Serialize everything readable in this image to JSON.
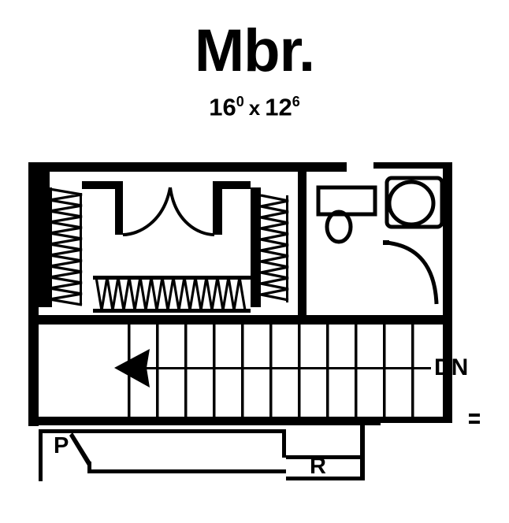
{
  "title": {
    "room_name": "Mbr.",
    "dimension_width_feet": "16",
    "dimension_width_inches": "0",
    "separator": "x",
    "dimension_depth_feet": "12",
    "dimension_depth_inches": "6"
  },
  "labels": {
    "stairs_direction": "DN",
    "pantry": "P",
    "range": "R"
  },
  "colors": {
    "ink": "#000000",
    "paper": "#ffffff"
  },
  "plan": {
    "room": "Master bedroom floor plan with closets, bath, stair and lower level outlines",
    "features": [
      "closet-left-hatched",
      "closet-right-hatched",
      "closet-bottom-hatched",
      "double-door-arc",
      "bathroom-vanity",
      "bathroom-sink",
      "bathroom-tub",
      "bathroom-door-swing",
      "stair-run",
      "stair-direction-arrow",
      "pantry-outline",
      "range-counter-outline"
    ]
  }
}
